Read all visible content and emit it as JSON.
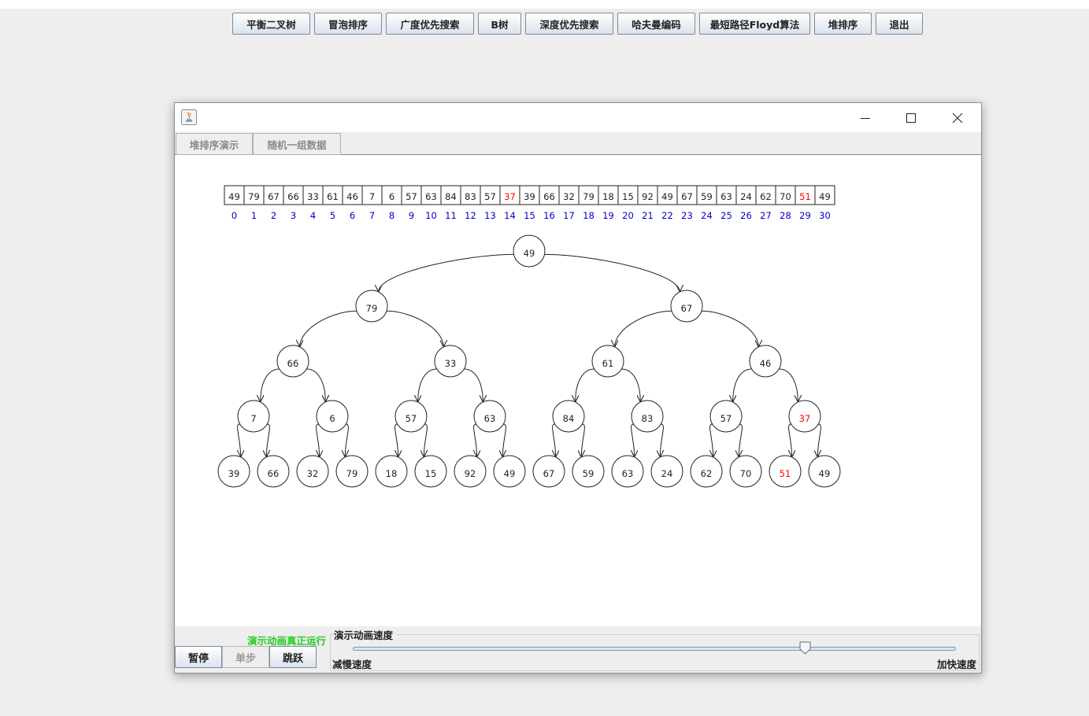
{
  "menu": {
    "buttons": [
      "平衡二叉树",
      "冒泡排序",
      "广度优先搜索",
      "B树",
      "深度优先搜索",
      "哈夫曼编码",
      "最短路径Floyd算法",
      "堆排序",
      "退出"
    ]
  },
  "window": {
    "controls": [
      "minimize-icon",
      "maximize-icon",
      "close-icon"
    ]
  },
  "tabs": [
    "堆排序演示",
    "随机一组数据"
  ],
  "heap": {
    "array": [
      49,
      79,
      67,
      66,
      33,
      61,
      46,
      7,
      6,
      57,
      63,
      84,
      83,
      57,
      37,
      39,
      66,
      32,
      79,
      18,
      15,
      92,
      49,
      67,
      59,
      63,
      24,
      62,
      70,
      51,
      49
    ],
    "indices": [
      0,
      1,
      2,
      3,
      4,
      5,
      6,
      7,
      8,
      9,
      10,
      11,
      12,
      13,
      14,
      15,
      16,
      17,
      18,
      19,
      20,
      21,
      22,
      23,
      24,
      25,
      26,
      27,
      28,
      29,
      30
    ],
    "highlighted": [
      14,
      29
    ],
    "highlight_color": "#ff0000",
    "index_color": "#0000cc"
  },
  "controls": {
    "status": "演示动画真正运行",
    "status_color": "#22cc22",
    "pause": "暂停",
    "step": "单步",
    "jump": "跳跃"
  },
  "speed": {
    "title": "演示动画速度",
    "slow_label": "减慢速度",
    "fast_label": "加快速度",
    "level_fraction": 0.75
  }
}
